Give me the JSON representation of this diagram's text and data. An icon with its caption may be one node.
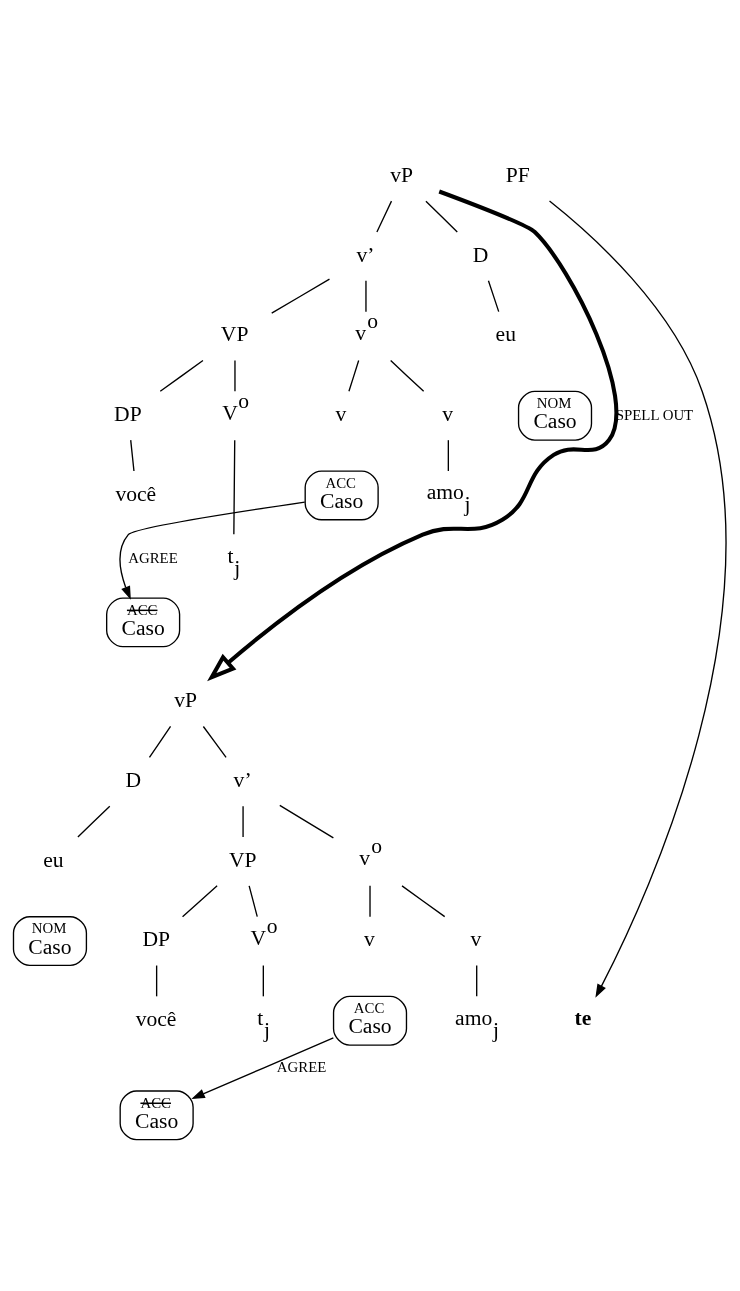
{
  "diagram": {
    "nodes": [
      {
        "text": [
          "vP"
        ]
      },
      {
        "text": [
          "D"
        ]
      },
      {
        "text": [
          "v’"
        ]
      },
      {
        "text": [
          "eu"
        ]
      },
      {
        "text": [
          "v$^{o}$"
        ]
      },
      {
        "text": [
          "VP"
        ]
      },
      {
        "text": [
          "NOM",
          "Caso"
        ]
      },
      {
        "text": [
          "v"
        ]
      },
      {
        "text": [
          "v"
        ]
      },
      {
        "text": [
          "V$^{o}$"
        ]
      },
      {
        "text": [
          "DP"
        ]
      },
      {
        "text": [
          "amo$_{j}$"
        ]
      },
      {
        "text": [
          "ACC",
          "Caso"
        ]
      },
      {
        "text": [
          "t$_{j}$"
        ]
      },
      {
        "text": [
          "você"
        ]
      },
      {
        "text": [
          "ACC",
          "Caso"
        ]
      },
      {
        "text": [
          "vP"
        ]
      },
      {
        "text": [
          "D"
        ]
      },
      {
        "text": [
          "v’"
        ]
      },
      {
        "text": [
          "eu"
        ]
      },
      {
        "text": [
          "v$^{o}$"
        ]
      },
      {
        "text": [
          "VP"
        ]
      },
      {
        "text": [
          "NOM",
          "Caso"
        ]
      },
      {
        "text": [
          "v"
        ]
      },
      {
        "text": [
          "v"
        ]
      },
      {
        "text": [
          "V$^{o}$"
        ]
      },
      {
        "text": [
          "DP"
        ]
      },
      {
        "text": [
          "te"
        ]
      },
      {
        "text": [
          "amo$_{j}$"
        ]
      },
      {
        "text": [
          "ACC",
          "Caso"
        ]
      },
      {
        "text": [
          "t$_{j}$"
        ]
      },
      {
        "text": [
          "você"
        ]
      },
      {
        "text": [
          "PF"
        ]
      },
      {
        "text": [
          "ACC",
          "Caso"
        ]
      }
    ],
    "edges": [
      {
        "from": 0,
        "to": 1,
        "arrow": "none"
      },
      {
        "from": 0,
        "to": 2,
        "arrow": "none"
      },
      {
        "from": 1,
        "to": 3,
        "arrow": "none"
      },
      {
        "from": 2,
        "to": 4,
        "arrow": "none"
      },
      {
        "from": 2,
        "to": 5,
        "arrow": "none"
      },
      {
        "from": 4,
        "to": 7,
        "arrow": "none"
      },
      {
        "from": 4,
        "to": 8,
        "arrow": "none"
      },
      {
        "from": 5,
        "to": 9,
        "arrow": "none"
      },
      {
        "from": 5,
        "to": 10,
        "arrow": "none"
      },
      {
        "from": 7,
        "to": 11,
        "arrow": "none"
      },
      {
        "from": 9,
        "to": 13,
        "arrow": "none"
      },
      {
        "from": 10,
        "to": 14,
        "arrow": "none"
      },
      {
        "from": 12,
        "to": 15,
        "arrow": "to",
        "label": "AGREE"
      },
      {
        "from": 0,
        "to": 16,
        "arrow": "to",
        "label": "SPELL OUT",
        "style": "thick"
      },
      {
        "from": 16,
        "to": 17,
        "arrow": "none"
      },
      {
        "from": 16,
        "to": 18,
        "arrow": "none"
      },
      {
        "from": 17,
        "to": 19,
        "arrow": "none"
      },
      {
        "from": 18,
        "to": 20,
        "arrow": "none"
      },
      {
        "from": 18,
        "to": 21,
        "arrow": "none"
      },
      {
        "from": 20,
        "to": 23,
        "arrow": "none"
      },
      {
        "from": 20,
        "to": 24,
        "arrow": "none"
      },
      {
        "from": 21,
        "to": 25,
        "arrow": "none"
      },
      {
        "from": 21,
        "to": 26,
        "arrow": "none"
      },
      {
        "from": 23,
        "to": 28,
        "arrow": "none"
      },
      {
        "from": 25,
        "to": 30,
        "arrow": "none"
      },
      {
        "from": 26,
        "to": 31,
        "arrow": "none"
      },
      {
        "from": 32,
        "to": 27,
        "arrow": "to"
      },
      {
        "from": 29,
        "to": 33,
        "arrow": "to",
        "label": "AGREE"
      }
    ]
  }
}
